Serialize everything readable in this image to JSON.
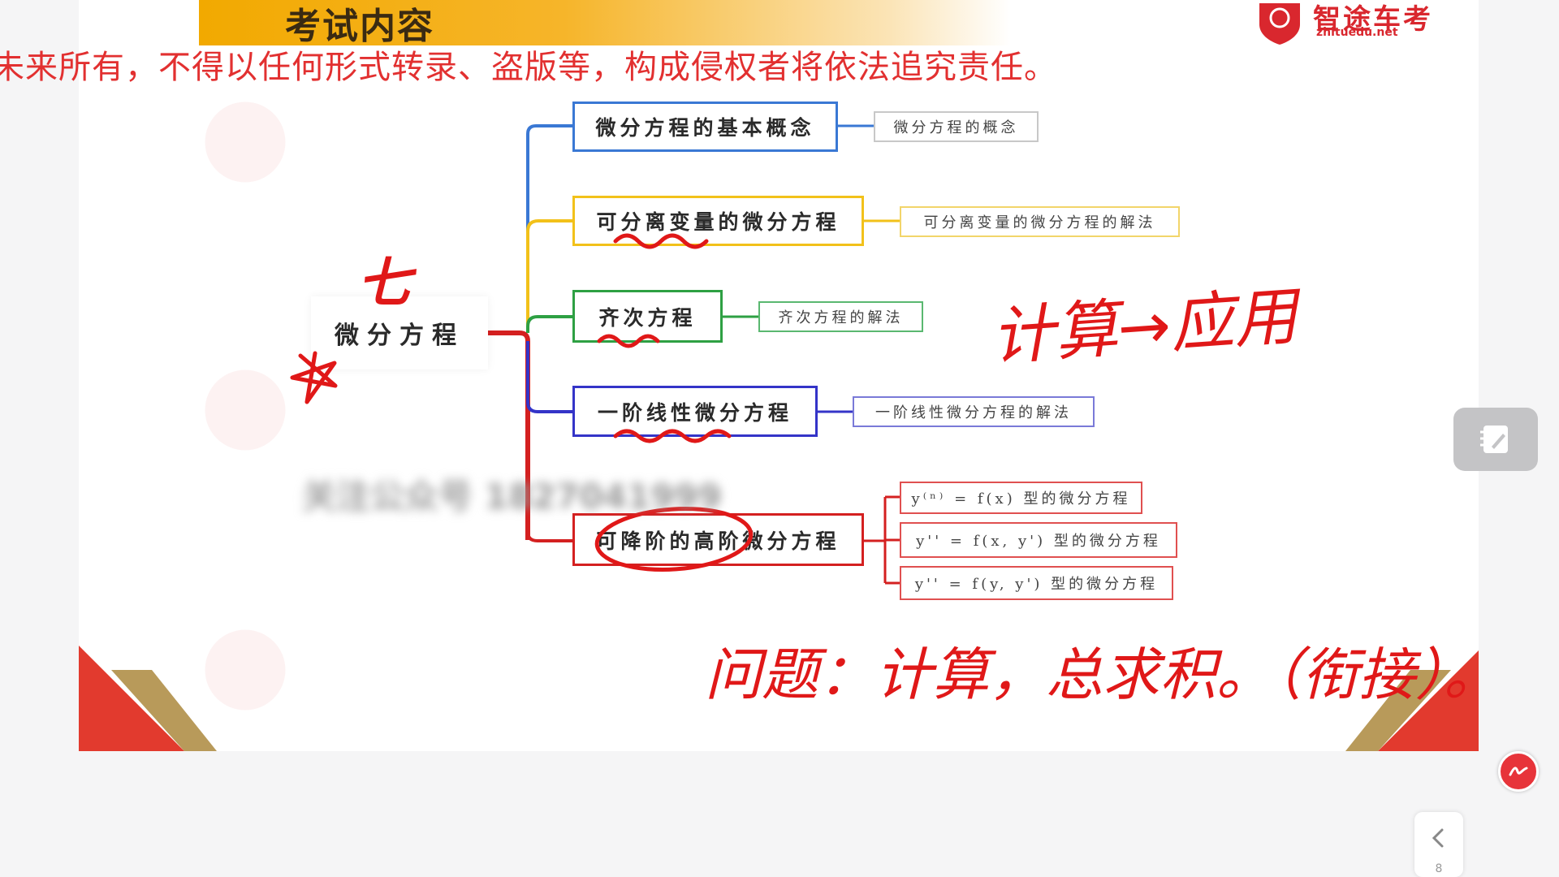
{
  "slide": {
    "title": "考试内容",
    "brand_name": "智途车考",
    "brand_url": "zhituedu.net",
    "copyright": "未来所有，不得以任何形式转录、盗版等，构成侵权者将依法追究责任。"
  },
  "mindmap": {
    "root": "微分方程",
    "branches": [
      {
        "label": "微分方程的基本概念",
        "color": "#3a78d4",
        "children": [
          "微分方程的概念"
        ]
      },
      {
        "label": "可分离变量的微分方程",
        "color": "#f2c11a",
        "children": [
          "可分离变量的微分方程的解法"
        ]
      },
      {
        "label": "齐次方程",
        "color": "#2ea043",
        "children": [
          "齐次方程的解法"
        ]
      },
      {
        "label": "一阶线性微分方程",
        "color": "#3434c8",
        "children": [
          "一阶线性微分方程的解法"
        ]
      },
      {
        "label": "可降阶的高阶微分方程",
        "color": "#d42020",
        "children": [
          "y⁽ⁿ⁾ = f(x) 型的微分方程",
          "y'' = f(x, y') 型的微分方程",
          "y'' = f(y, y') 型的微分方程"
        ]
      }
    ]
  },
  "annotations": {
    "chapter_number": "七",
    "note_right": "计算→应用",
    "note_bottom": "问题：计算，总求积。（衔接）。"
  },
  "blurred_watermark": "关注公众号 1827041999",
  "controls": {
    "edit_icon": "edit-note-icon",
    "comment_icon": "comment-icon",
    "collapse_icon": "chevron-left-icon",
    "page_number": "8"
  },
  "colors": {
    "accent_red": "#e23030",
    "banner_gold": "#f2a900"
  }
}
